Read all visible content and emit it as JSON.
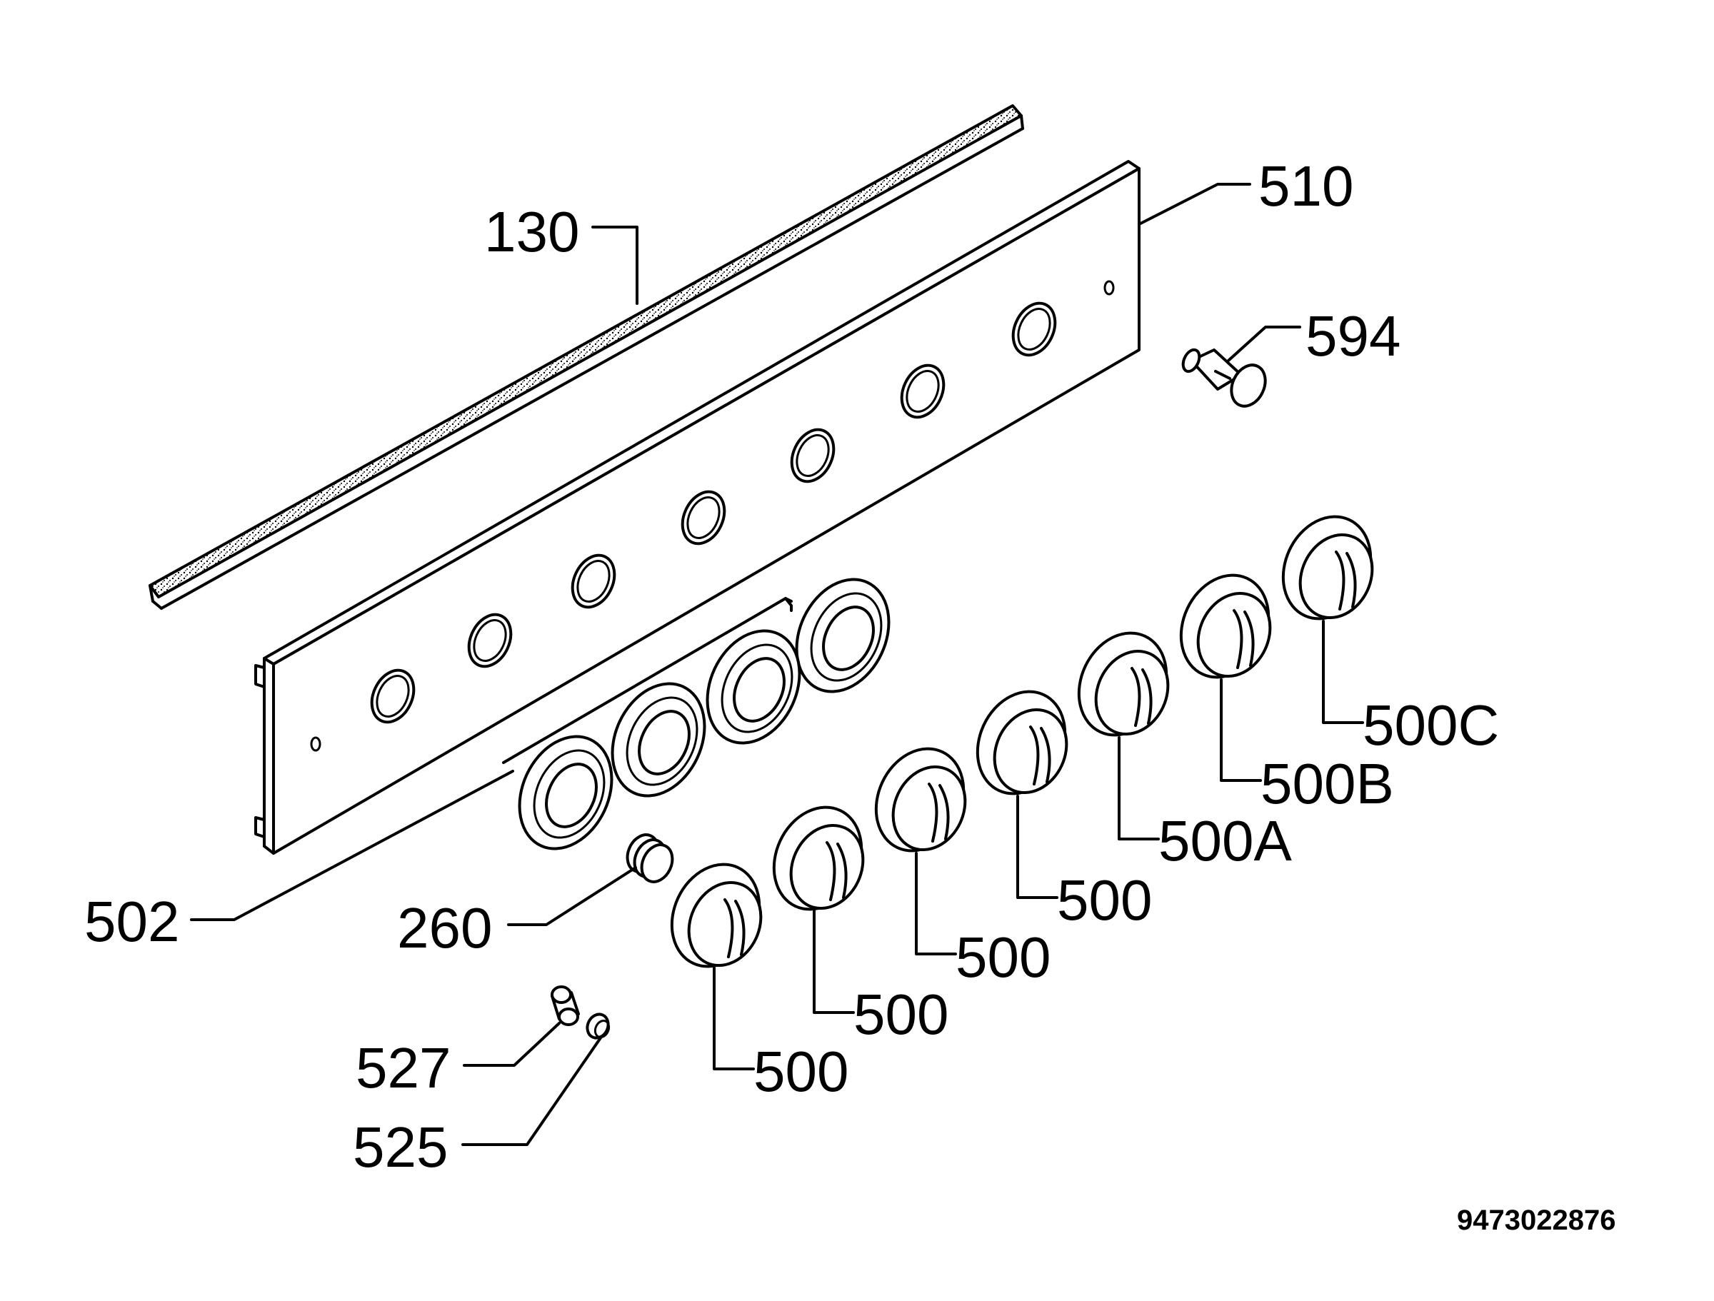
{
  "diagram": {
    "labels": {
      "p130": "130",
      "p510": "510",
      "p594": "594",
      "p502": "502",
      "p260": "260",
      "p527": "527",
      "p525": "525",
      "p500_1": "500",
      "p500_2": "500",
      "p500_3": "500",
      "p500_4": "500",
      "p500A": "500A",
      "p500B": "500B",
      "p500C": "500C"
    },
    "document_number": "9473022876"
  }
}
